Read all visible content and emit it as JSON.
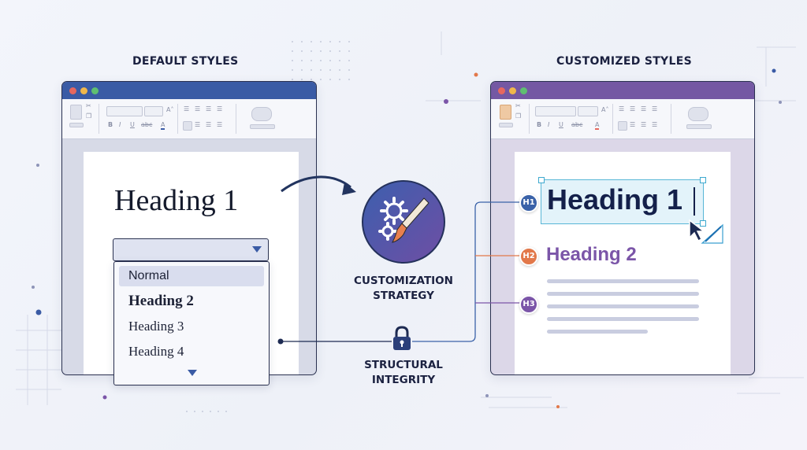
{
  "labels": {
    "default_styles": "DEFAULT STYLES",
    "customized_styles": "CUSTOMIZED STYLES",
    "strategy_line1": "CUSTOMIZATION",
    "strategy_line2": "STRATEGY",
    "integrity_line1": "STRUCTURAL",
    "integrity_line2": "INTEGRITY"
  },
  "ribbon": {
    "bold": "B",
    "italic": "I",
    "underline": "U",
    "strike": "abc",
    "font_color": "A"
  },
  "left_doc": {
    "heading": "Heading 1",
    "menu_items": [
      "Normal",
      "Heading 2",
      "Heading 3",
      "Heading 4"
    ]
  },
  "right_doc": {
    "heading1": "Heading 1",
    "heading2": "Heading 2",
    "badges": [
      "H1",
      "H2",
      "H3"
    ]
  },
  "colors": {
    "left_titlebar": "#3a5ba5",
    "right_titlebar": "#7458a3",
    "heading2_purple": "#7b55a8",
    "badge_h1": "#3a62a8",
    "badge_h2": "#e2784a",
    "badge_h3": "#7b55a8",
    "accent_blue": "#2b4a8a"
  },
  "icons": {
    "strategy": "gear-brush-icon",
    "integrity": "padlock-icon",
    "cursor": "cursor-pen-icon"
  }
}
